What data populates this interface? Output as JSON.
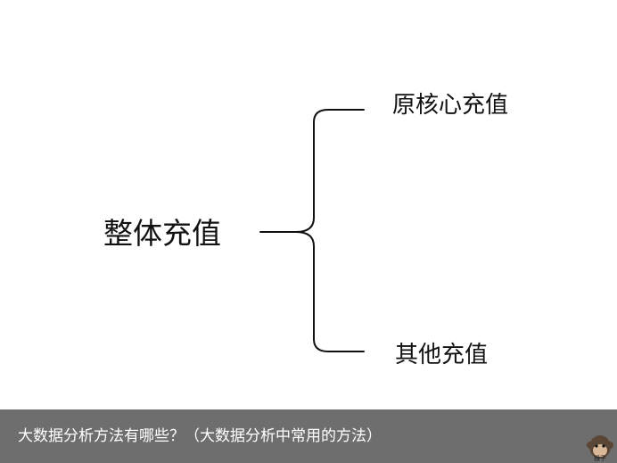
{
  "diagram": {
    "root": "整体充值",
    "branches": [
      {
        "label": "原核心充值"
      },
      {
        "label": "其他充值"
      }
    ],
    "line_color": "#111111"
  },
  "footer": {
    "caption": "大数据分析方法有哪些？（大数据分析中常用的方法）",
    "background_color": "#6e6e6e",
    "text_color": "#ffffff",
    "logo": {
      "icon": "monkey-face-icon",
      "text": "猴子"
    }
  }
}
